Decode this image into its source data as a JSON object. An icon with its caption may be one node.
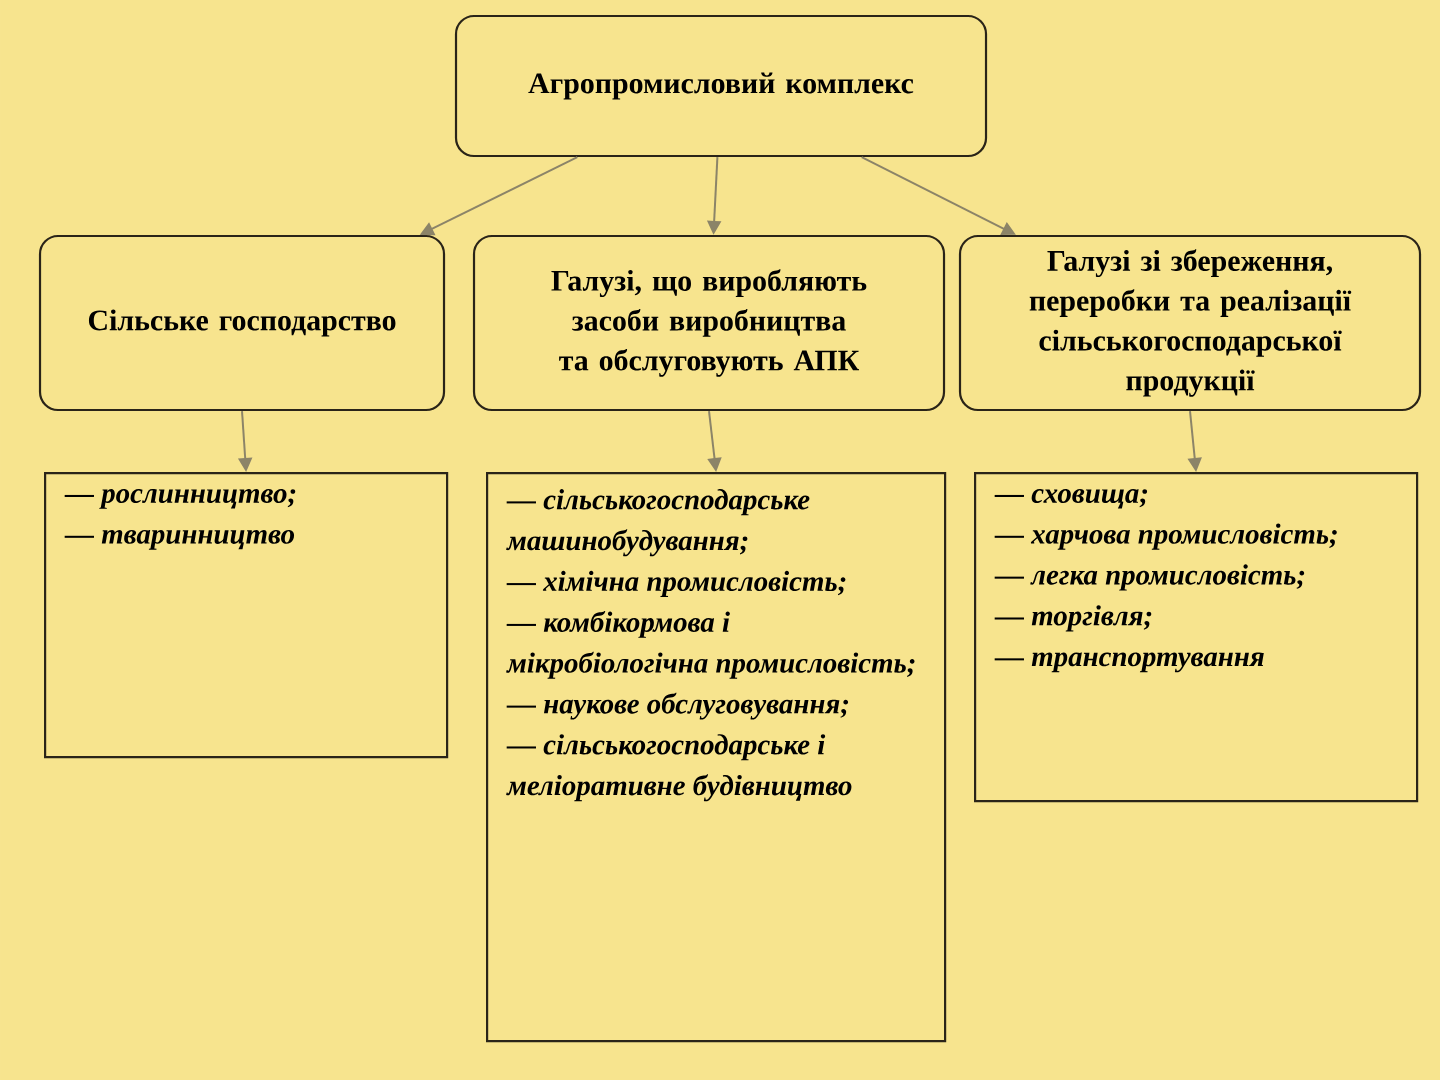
{
  "diagram": {
    "nodes": [
      {
        "text": [
          "Агропромисловий комплекс"
        ]
      },
      {
        "text": [
          "Сільське господарство"
        ]
      },
      {
        "text": [
          "Галузі, що виробляють засоби виробництва та обслуговують АПК"
        ]
      },
      {
        "text": [
          "Галузі зі збереження, переробки та реалізації сільськогосподарської продукції"
        ]
      },
      {
        "text": [
          "— рослинництво;",
          "— тваринництво"
        ]
      },
      {
        "text": [
          "— сільськогосподарське машинобудування;",
          "— хімічна промисловість;",
          "— комбікормова і мікробіологічна промисловість;",
          "— наукове обслуговування;",
          "— сільськогосподарське і меліоративне будівництво"
        ]
      },
      {
        "text": [
          "— сховища;",
          "— харчова промисловість;",
          "— легка промисловість;",
          "— торгівля;",
          "— транспортування"
        ]
      }
    ],
    "edges": [
      {
        "from": 0,
        "to": 1,
        "arrow": "to"
      },
      {
        "from": 0,
        "to": 2,
        "arrow": "to"
      },
      {
        "from": 0,
        "to": 3,
        "arrow": "to"
      },
      {
        "from": 1,
        "to": 4,
        "arrow": "to"
      },
      {
        "from": 2,
        "to": 5,
        "arrow": "to"
      },
      {
        "from": 3,
        "to": 6,
        "arrow": "to"
      }
    ]
  }
}
